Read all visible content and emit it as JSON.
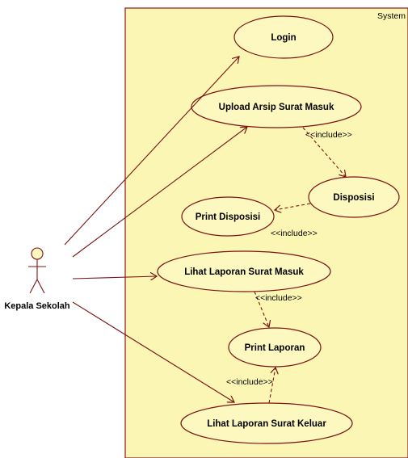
{
  "system": {
    "label": "System"
  },
  "actor": {
    "name": "Kepala Sekolah"
  },
  "use_cases": {
    "login": "Login",
    "upload": "Upload Arsip Surat Masuk",
    "disposisi": "Disposisi",
    "print_disposisi": "Print Disposisi",
    "lihat_masuk": "Lihat Laporan Surat Masuk",
    "print_laporan": "Print Laporan",
    "lihat_keluar": "Lihat Laporan Surat Keluar"
  },
  "relations": {
    "include_1": "<<include>>",
    "include_2": "<<include>>",
    "include_3": "<<include>>",
    "include_4": "<<include>>"
  },
  "colors": {
    "system_fill": "#fcf6b4",
    "use_case_fill": "#fdf8c0",
    "line": "#7a1414",
    "border": "#8a1a1a"
  }
}
